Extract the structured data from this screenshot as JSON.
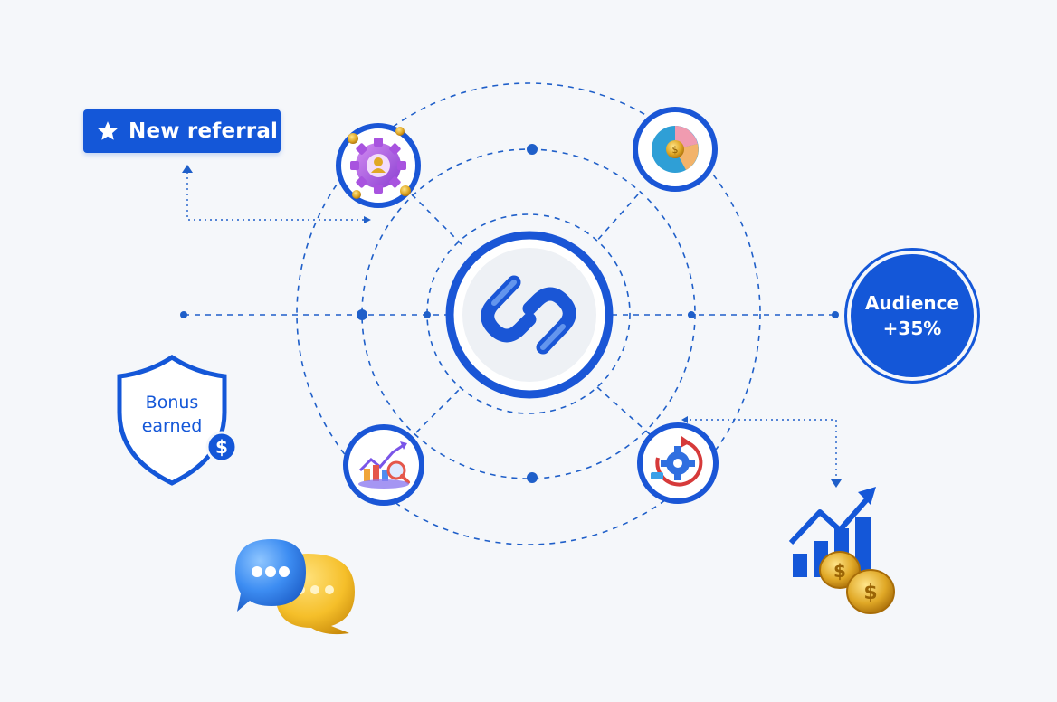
{
  "referral_badge": {
    "label": "New referral",
    "icon": "star-icon"
  },
  "audience_badge": {
    "line1": "Audience",
    "line2": "+35%"
  },
  "bonus_shield": {
    "line1": "Bonus",
    "line2": "earned",
    "icon": "dollar-icon"
  },
  "center_logo": {
    "icon": "link-logo-icon"
  },
  "orbit_icons": [
    "gear-user-icon",
    "pie-chart-dollar-icon",
    "analytics-magnifier-icon",
    "cycle-gear-icon"
  ],
  "decor": [
    "chat-bubbles-icon",
    "growth-chart-coins-icon"
  ],
  "colors": {
    "primary": "#1457d8",
    "background": "#f5f7fa",
    "dash": "#1f5fc9"
  }
}
